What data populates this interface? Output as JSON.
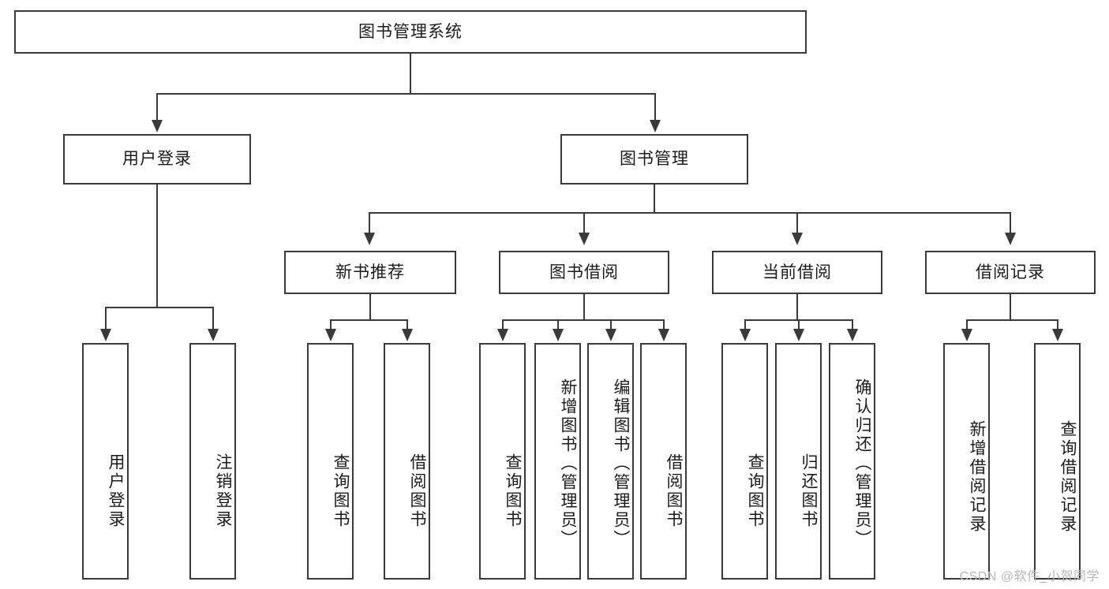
{
  "diagram": {
    "type": "tree-hierarchy",
    "root": {
      "label": "图书管理系统"
    },
    "level2": [
      {
        "label": "用户登录"
      },
      {
        "label": "图书管理"
      }
    ],
    "level3": [
      {
        "label": "新书推荐"
      },
      {
        "label": "图书借阅"
      },
      {
        "label": "当前借阅"
      },
      {
        "label": "借阅记录"
      }
    ],
    "leaves": {
      "user_login": [
        {
          "label": "用户登录"
        },
        {
          "label": "注销登录"
        }
      ],
      "new_book_recommend": [
        {
          "label": "查询图书"
        },
        {
          "label": "借阅图书"
        }
      ],
      "book_borrow": [
        {
          "label": "查询图书"
        },
        {
          "label": "新增图书（管理员）"
        },
        {
          "label": "编辑图书（管理员）"
        },
        {
          "label": "借阅图书"
        }
      ],
      "current_borrow": [
        {
          "label": "查询图书"
        },
        {
          "label": "归还图书"
        },
        {
          "label": "确认归还（管理员）"
        }
      ],
      "borrow_record": [
        {
          "label": "新增借阅记录"
        },
        {
          "label": "查询借阅记录"
        }
      ]
    }
  },
  "watermark": {
    "text": "CSDN @软件_小贺同学"
  },
  "colors": {
    "stroke": "#3a3a3a",
    "background": "#ffffff",
    "text": "#1b1b1b",
    "watermark": "#b8b8b8"
  }
}
